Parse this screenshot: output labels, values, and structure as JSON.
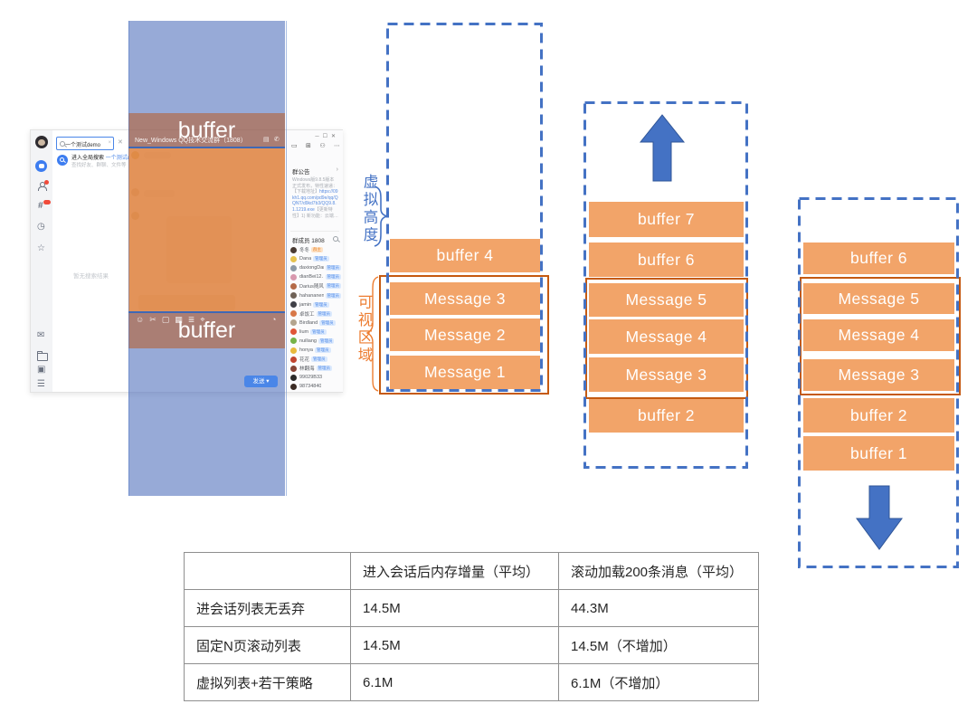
{
  "colors": {
    "accent_blue": "#4472C4",
    "block_orange": "#F2A469",
    "visible_box_border": "#C55A11",
    "label_orange": "#ED7D31",
    "overlay_blue": "rgba(70,103,184,0.56)",
    "overlay_band_brown": "rgba(151,97,85,0.82)",
    "overlay_orange": "rgba(219,117,42,0.78)",
    "send_button_blue": "#4A86E8"
  },
  "overlay": {
    "buffer_top": "buffer",
    "buffer_bottom": "buffer"
  },
  "labels": {
    "virtual_height": "虚拟高度",
    "visible_area": "可视区域"
  },
  "qq_window": {
    "titlebar": {
      "title": "New_Windows QQ技术交流群（1808）",
      "icons": [
        "▤",
        "✆"
      ],
      "controls": [
        "─",
        "☐",
        "✕"
      ]
    },
    "rail_badges": {
      "contacts": "1",
      "channels": "99+"
    },
    "search_panel": {
      "search_value": "一个测试demo",
      "clear_icon": "×",
      "close_icon": "✕",
      "result_title": "进入全局搜索",
      "result_highlight": "一个测试d…",
      "result_subtitle": "查找好友、群聊、文件等",
      "empty_text": "暂无搜索结果"
    },
    "chat": {
      "toolbar_icons": [
        "☺",
        "✂",
        "▢",
        "▦",
        "≣",
        "⌖"
      ],
      "history_icon": "◔",
      "send_label": "发送 ▾"
    },
    "member_panel": {
      "top_icons": [
        "▭",
        "⊞",
        "⚇",
        "⋯"
      ],
      "announcement_title": "群公告",
      "announcement_chevron": "›",
      "announcement_text_1": "Windows版9.8.5版本正式发布，特性速递：【下载地址】",
      "announcement_link": "https://09kh1.qq.com/pd9e/qq/QQNT/d9kd7b3/QQ9.8.1.1219.exe",
      "announcement_text_2": "【更新特性】1) 新功能：云端…",
      "members_title": "群成员 1808",
      "owner_badge": "群主",
      "admin_badge": "管理员",
      "members": [
        {
          "name": "冬冬",
          "role": "owner",
          "color": "#4a3b33"
        },
        {
          "name": "Dana",
          "role": "admin",
          "color": "#e6c24e"
        },
        {
          "name": "daxiongDan",
          "role": "admin",
          "color": "#8d9aa6"
        },
        {
          "name": "dianBei12…",
          "role": "admin",
          "color": "#d898ae"
        },
        {
          "name": "Darius随风",
          "role": "admin",
          "color": "#b56a48"
        },
        {
          "name": "hahananeng",
          "role": "admin",
          "color": "#6f6257"
        },
        {
          "name": "jamin",
          "role": "admin",
          "color": "#3f3f47"
        },
        {
          "name": "卓饭工",
          "role": "admin",
          "color": "#d87848"
        },
        {
          "name": "Birdland",
          "role": "admin",
          "color": "#b3a48e"
        },
        {
          "name": "lium",
          "role": "admin",
          "color": "#e05537"
        },
        {
          "name": "nuiliang",
          "role": "admin",
          "color": "#76b348"
        },
        {
          "name": "honya",
          "role": "admin",
          "color": "#e8b93c"
        },
        {
          "name": "花花",
          "role": "admin",
          "color": "#c2452f"
        },
        {
          "name": "林翻海",
          "role": "admin",
          "color": "#874536"
        },
        {
          "name": "99029B33",
          "role": "",
          "color": "#2a2a2a"
        },
        {
          "name": "98734840",
          "role": "",
          "color": "#3b2b24"
        }
      ]
    }
  },
  "diagrams": {
    "d1": {
      "blocks": [
        "buffer 4",
        "Message 3",
        "Message 2",
        "Message 1"
      ]
    },
    "d2": {
      "arrow": "up",
      "blocks": [
        "buffer 7",
        "buffer 6",
        "Message 5",
        "Message 4",
        "Message 3",
        "buffer 2"
      ]
    },
    "d3": {
      "arrow": "down",
      "blocks": [
        "buffer 6",
        "Message 5",
        "Message 4",
        "Message 3",
        "buffer 2",
        "buffer 1"
      ]
    }
  },
  "table": {
    "headers": [
      "",
      "进入会话后内存增量（平均）",
      "滚动加载200条消息（平均）"
    ],
    "rows": [
      [
        "进会话列表无丢弃",
        "14.5M",
        "44.3M"
      ],
      [
        "固定N页滚动列表",
        "14.5M",
        "14.5M（不增加）"
      ],
      [
        "虚拟列表+若干策略",
        "6.1M",
        "6.1M（不增加）"
      ]
    ]
  }
}
